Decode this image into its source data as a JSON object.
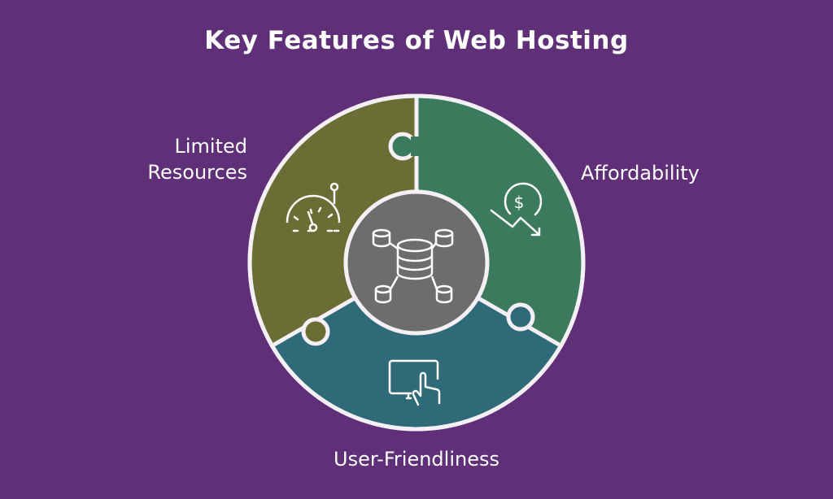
{
  "title": "Key Features of Web Hosting",
  "center": {
    "icon": "database-network-icon"
  },
  "segments": [
    {
      "label": "Limited Resources",
      "label_line1": "Limited",
      "label_line2": "Resources",
      "icon": "speedometer-icon",
      "color": "#6b6e34"
    },
    {
      "label": "Affordability",
      "icon": "dollar-down-icon",
      "color": "#3c7a5e"
    },
    {
      "label": "User-Friendliness",
      "icon": "touch-monitor-icon",
      "color": "#2f6a78"
    }
  ],
  "colors": {
    "background": "#5f2f78",
    "center": "#6d6d6d",
    "stroke": "#f4f0f6"
  }
}
